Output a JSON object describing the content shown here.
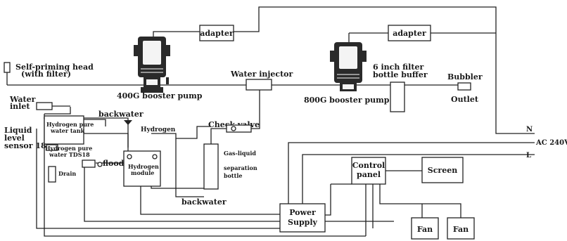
{
  "labels": {
    "adapter_1": "adapter",
    "adapter_2": "adapter",
    "self_priming_head_line1": "Self-priming head",
    "self_priming_head_line2": "(with filter)",
    "water_injector": "Water injector",
    "booster_400": "400G booster pump",
    "booster_800": "800G booster pump",
    "filter_line1": "6 inch filter",
    "filter_line2": "bottle buffer",
    "bubbler": "Bubbler",
    "outlet": "Outlet",
    "water_inlet_line1": "Water",
    "water_inlet_line2": "inlet",
    "backwater_top": "backwater",
    "liquid_level_line1": "Liquid",
    "liquid_level_line2": "level",
    "liquid_level_line3": "sensor 18",
    "hp_tank_line1": "Hydrogen pure",
    "hp_tank_line2": "water tank",
    "hydrogen": "Hydrogen",
    "check_valve": "Check valve",
    "hp_water_line1": "Hydrogen pure",
    "hp_water_line2": "water TDS18",
    "flooded": "flooded",
    "h_module_line1": "Hydrogen",
    "h_module_line2": "module",
    "gas_liquid_line1": "Gas-liquid",
    "gas_liquid_line2": "separation",
    "gas_liquid_line3": "bottle",
    "drain": "Drain",
    "backwater_bottom": "backwater",
    "n": "N",
    "ac": "AC 240V",
    "l": "L",
    "control_line1": "Control",
    "control_line2": "panel",
    "screen": "Screen",
    "power_line1": "Power",
    "power_line2": "Supply",
    "fan_1": "Fan",
    "fan_2": "Fan"
  }
}
